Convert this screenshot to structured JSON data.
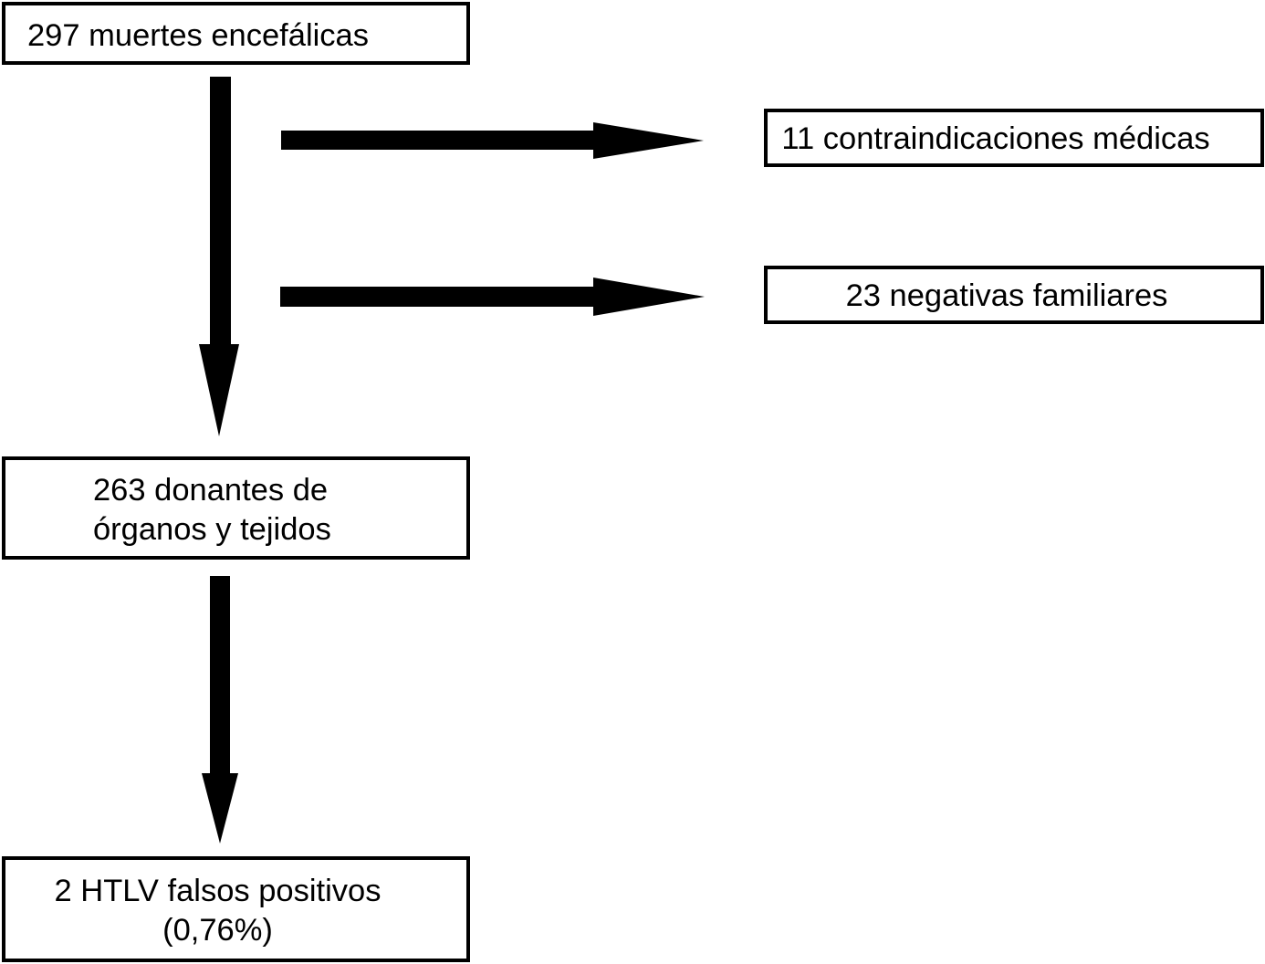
{
  "diagram": {
    "type": "flowchart",
    "colors": {
      "background": "#ffffff",
      "line": "#000000",
      "text": "#000000"
    },
    "nodes": {
      "brain_deaths": {
        "label": "297 muertes encefálicas"
      },
      "medical_contraindications": {
        "label": "11 contraindicaciones médicas"
      },
      "family_refusals": {
        "label": "23 negativas familiares"
      },
      "organ_tissue_donors": {
        "label_line1": "263 donantes de",
        "label_line2": "órganos y tejidos"
      },
      "htlv_false_positives": {
        "label_line1": "2 HTLV falsos positivos",
        "label_line2": "(0,76%)"
      }
    },
    "edges": [
      {
        "from": "brain_deaths",
        "to": "medical_contraindications",
        "direction": "right"
      },
      {
        "from": "brain_deaths",
        "to": "family_refusals",
        "direction": "right"
      },
      {
        "from": "brain_deaths",
        "to": "organ_tissue_donors",
        "direction": "down"
      },
      {
        "from": "organ_tissue_donors",
        "to": "htlv_false_positives",
        "direction": "down"
      }
    ]
  }
}
